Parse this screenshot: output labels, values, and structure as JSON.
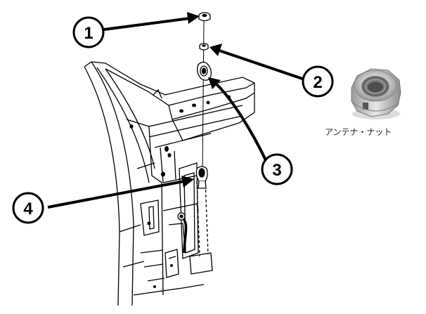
{
  "callouts": [
    {
      "number": "1"
    },
    {
      "number": "2"
    },
    {
      "number": "3"
    },
    {
      "number": "4"
    }
  ],
  "photo": {
    "caption": "アンテナ・ナット"
  },
  "colors": {
    "line": "#000000",
    "nut_metal": "#c9c9c9",
    "background": "#ffffff"
  }
}
